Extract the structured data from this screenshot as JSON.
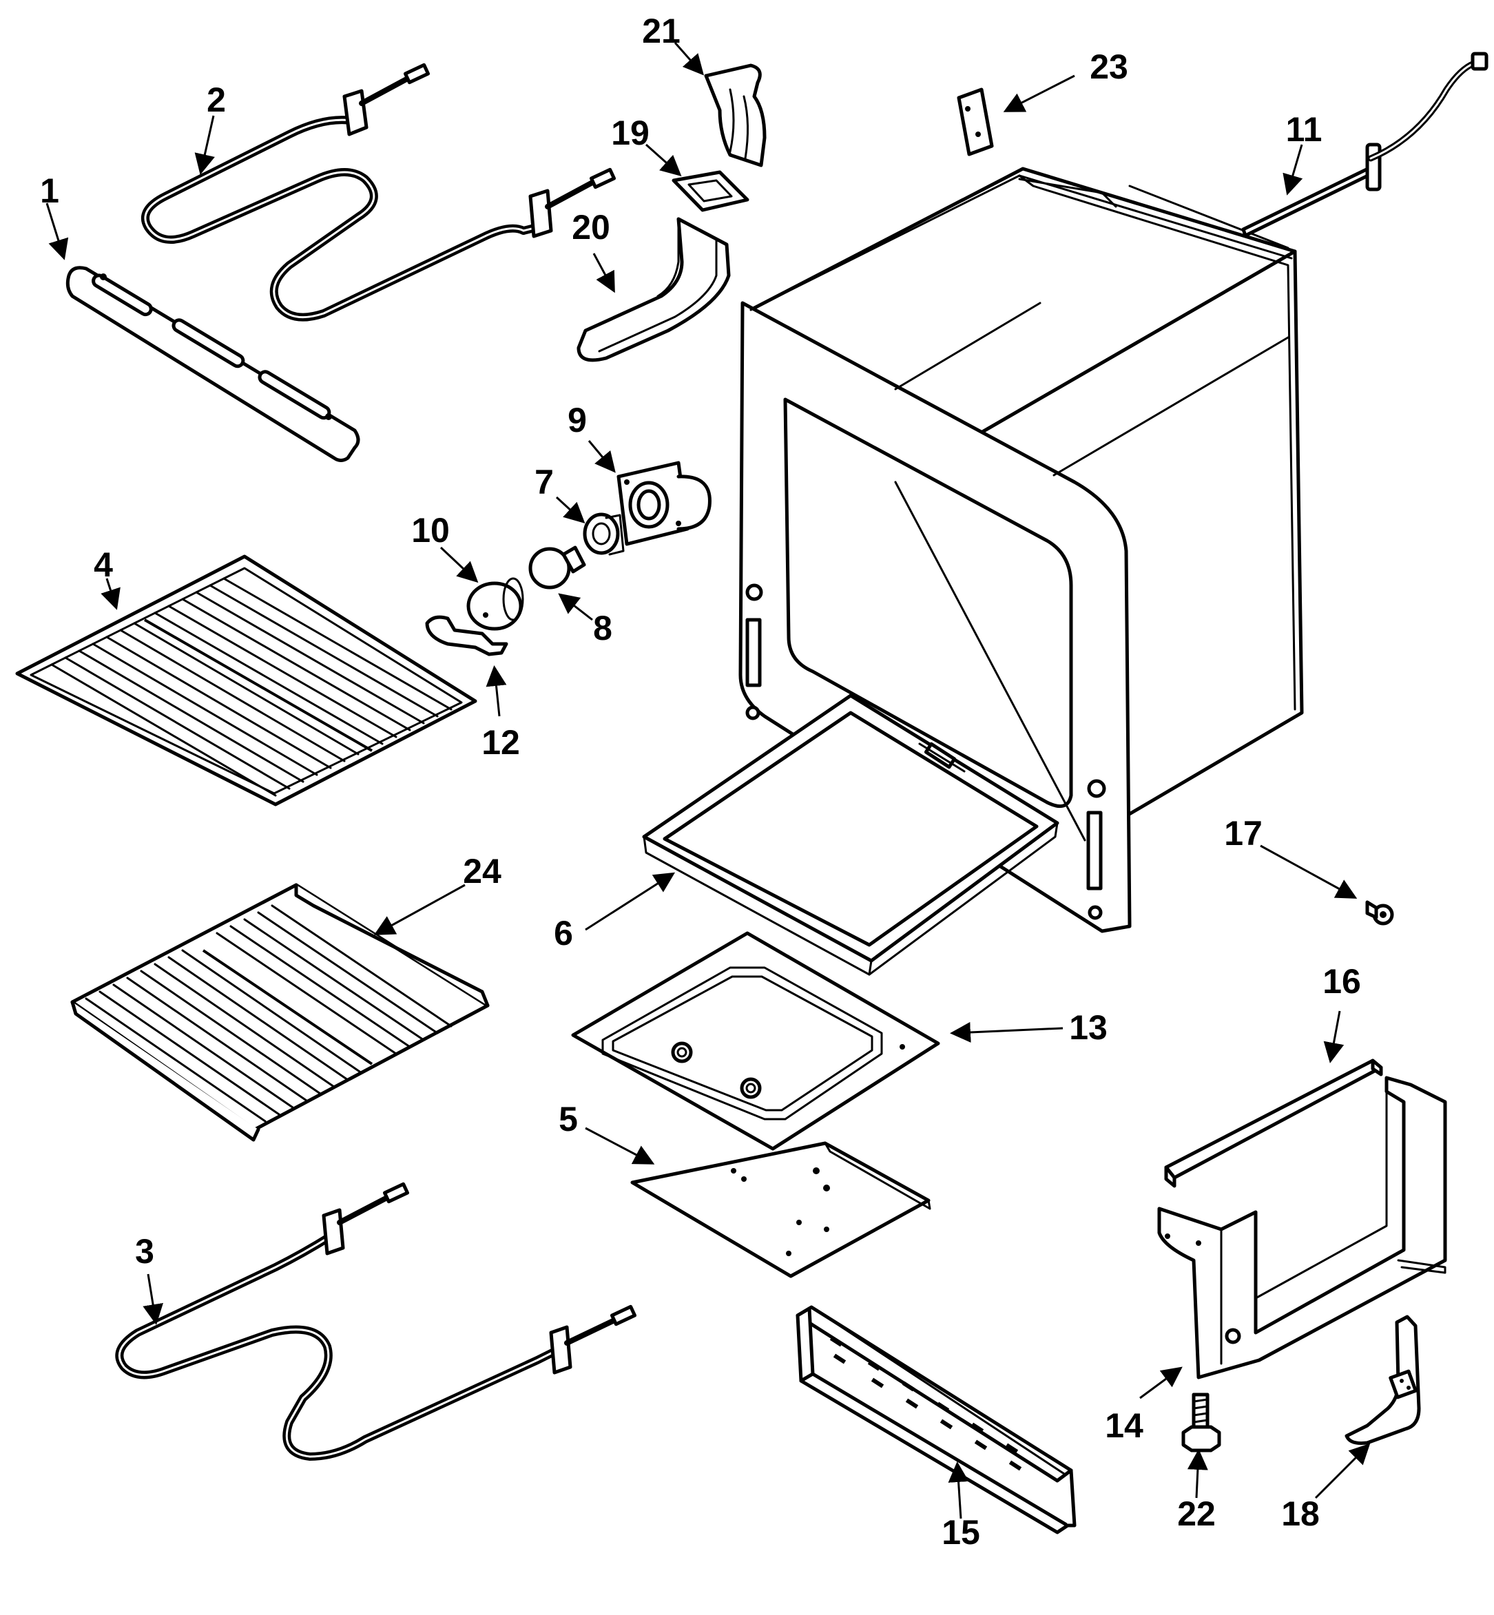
{
  "diagram": {
    "callouts": [
      {
        "id": "1",
        "text": "1",
        "part": "element-bracket"
      },
      {
        "id": "2",
        "text": "2",
        "part": "broil-element"
      },
      {
        "id": "3",
        "text": "3",
        "part": "bake-element"
      },
      {
        "id": "4",
        "text": "4",
        "part": "oven-rack"
      },
      {
        "id": "5",
        "text": "5",
        "part": "bottom-heat-shield"
      },
      {
        "id": "6",
        "text": "6",
        "part": "broiler-pan"
      },
      {
        "id": "7",
        "text": "7",
        "part": "lamp-socket"
      },
      {
        "id": "8",
        "text": "8",
        "part": "light-bulb"
      },
      {
        "id": "9",
        "text": "9",
        "part": "lamp-receptacle"
      },
      {
        "id": "10",
        "text": "10",
        "part": "lamp-lens"
      },
      {
        "id": "11",
        "text": "11",
        "part": "oven-sensor"
      },
      {
        "id": "12",
        "text": "12",
        "part": "lens-retainer"
      },
      {
        "id": "13",
        "text": "13",
        "part": "oven-bottom"
      },
      {
        "id": "14",
        "text": "14",
        "part": "side-support-bracket"
      },
      {
        "id": "15",
        "text": "15",
        "part": "front-panel-bracket"
      },
      {
        "id": "16",
        "text": "16",
        "part": "support-rail"
      },
      {
        "id": "17",
        "text": "17",
        "part": "screw"
      },
      {
        "id": "18",
        "text": "18",
        "part": "anti-tip-bracket"
      },
      {
        "id": "19",
        "text": "19",
        "part": "vent-gasket"
      },
      {
        "id": "20",
        "text": "20",
        "part": "vent-duct"
      },
      {
        "id": "21",
        "text": "21",
        "part": "insulation-pad"
      },
      {
        "id": "22",
        "text": "22",
        "part": "leveling-leg"
      },
      {
        "id": "23",
        "text": "23",
        "part": "mounting-clip"
      },
      {
        "id": "24",
        "text": "24",
        "part": "roll-out-rack"
      }
    ]
  }
}
